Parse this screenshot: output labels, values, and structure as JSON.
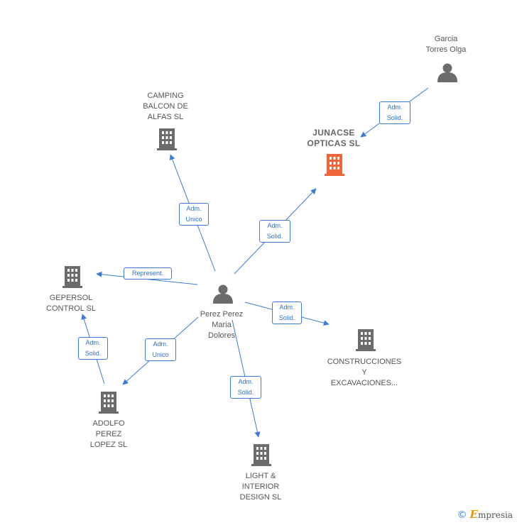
{
  "colors": {
    "edge": "#3a7bd5",
    "company": "#6b6b6b",
    "focus_company": "#f0643a",
    "person": "#6b6b6b"
  },
  "center": {
    "name": "Perez Perez\nMaria\nDolores",
    "icon": "person-icon"
  },
  "nodes": [
    {
      "key": "garcia",
      "name": "Garcia\nTorres Olga",
      "type": "person"
    },
    {
      "key": "junacse",
      "name": "JUNACSE\nOPTICAS  SL",
      "type": "focus-company"
    },
    {
      "key": "camping",
      "name": "CAMPING\nBALCON DE\nALFAS  SL",
      "type": "company"
    },
    {
      "key": "gepersol",
      "name": "GEPERSOL\nCONTROL  SL",
      "type": "company"
    },
    {
      "key": "construcciones",
      "name": "CONSTRUCCIONES\nY\nEXCAVACIONES...",
      "type": "company"
    },
    {
      "key": "adolfo",
      "name": "ADOLFO\nPEREZ\nLOPEZ  SL",
      "type": "company"
    },
    {
      "key": "light",
      "name": "LIGHT &\nINTERIOR\nDESIGN  SL",
      "type": "company"
    }
  ],
  "relations": [
    {
      "key": "garcia-junacse",
      "label": "Adm.\nSolid."
    },
    {
      "key": "center-camping",
      "label": "Adm.\nUnico"
    },
    {
      "key": "center-junacse",
      "label": "Adm.\nSolid."
    },
    {
      "key": "center-gepersol",
      "label": "Represent."
    },
    {
      "key": "center-construcciones",
      "label": "Adm.\nSolid."
    },
    {
      "key": "center-adolfo",
      "label": "Adm.\nUnico"
    },
    {
      "key": "adolfo-gepersol",
      "label": "Adm.\nSolid."
    },
    {
      "key": "center-light",
      "label": "Adm.\nSolid."
    }
  ],
  "footer": {
    "copyright": "©",
    "brand_initial": "E",
    "brand_rest": "mpresia"
  }
}
